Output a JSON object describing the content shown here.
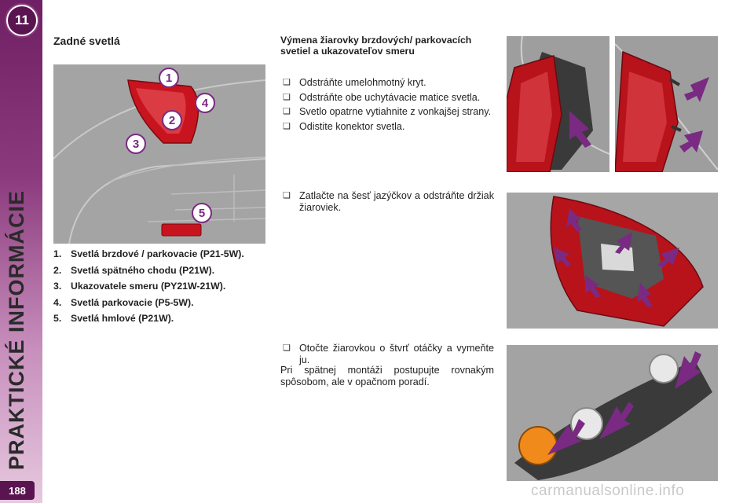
{
  "sidebar": {
    "chapter": "11",
    "title": "PRAKTICKÉ INFORMÁCIE",
    "page_number": "188"
  },
  "left": {
    "title": "Zadné svetlá",
    "callouts": [
      "1",
      "2",
      "3",
      "4",
      "5"
    ],
    "list": [
      {
        "num": "1.",
        "text": "Svetlá brzdové / parkovacie (P21-5W)."
      },
      {
        "num": "2.",
        "text": "Svetlá spätného chodu (P21W)."
      },
      {
        "num": "3.",
        "text": "Ukazovatele smeru (PY21W-21W)."
      },
      {
        "num": "4.",
        "text": "Svetlá parkovacie (P5-5W)."
      },
      {
        "num": "5.",
        "text": "Svetlá hmlové (P21W)."
      }
    ]
  },
  "right": {
    "title": "Výmena žiarovky brzdových/ parkovacích svetiel a ukazovateľov smeru",
    "bullet_symbol": "❏",
    "steps_a": [
      "Odstráňte umelohmotný kryt.",
      "Odstráňte obe uchytávacie matice svetla.",
      "Svetlo opatrne vytiahnite z vonkajšej strany.",
      "Odistite konektor svetla."
    ],
    "steps_b": [
      "Zatlačte na šesť jazýčkov a odstráňte držiak žiaroviek."
    ],
    "steps_c": [
      "Otočte žiarovkou o štvrť otáčky a vymeňte ju."
    ],
    "note": "Pri spätnej montáži postupujte rovnakým spôsobom, ale v opačnom poradí."
  },
  "colors": {
    "sidebar_dark": "#6f1f63",
    "lamp_red": "#c8141e",
    "arrow_purple": "#7a2a82"
  },
  "watermark": "carmanualsonline.info"
}
